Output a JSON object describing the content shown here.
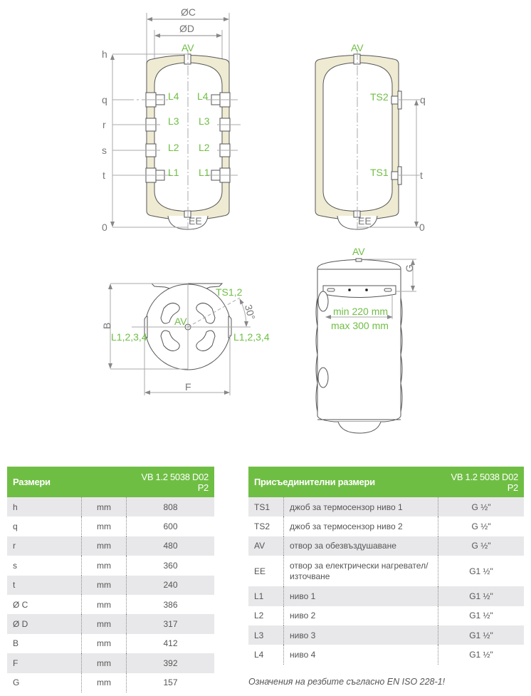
{
  "diagram": {
    "front": {
      "dia_c": "ØC",
      "dia_d": "ØD",
      "av": "AV",
      "ee": "EE",
      "h": "h",
      "q": "q",
      "r": "r",
      "s": "s",
      "t": "t",
      "zero": "0",
      "l4": "L4",
      "l3": "L3",
      "l2": "L2",
      "l1": "L1"
    },
    "side": {
      "av": "AV",
      "ee": "EE",
      "ts2": "TS2",
      "ts1": "TS1",
      "q": "q",
      "t": "t",
      "zero": "0"
    },
    "top": {
      "ts": "TS1,2",
      "angle": "30°",
      "av": "AV",
      "b": "B",
      "f": "F",
      "l_left": "L1,2,3,4",
      "l_right": "L1,2,3,4"
    },
    "back": {
      "av": "AV",
      "g": "G",
      "min": "min 220 mm",
      "max": "max 300 mm"
    },
    "colors": {
      "accent": "#6fbe44",
      "insulation": "#efebd3"
    }
  },
  "dimensions": {
    "header": "Размери",
    "model": "VB 1.2 5038 D02 P2",
    "rows": [
      {
        "name": "h",
        "unit": "mm",
        "value": "808"
      },
      {
        "name": "q",
        "unit": "mm",
        "value": "600"
      },
      {
        "name": "r",
        "unit": "mm",
        "value": "480"
      },
      {
        "name": "s",
        "unit": "mm",
        "value": "360"
      },
      {
        "name": "t",
        "unit": "mm",
        "value": "240"
      },
      {
        "name": "Ø C",
        "unit": "mm",
        "value": "386"
      },
      {
        "name": "Ø D",
        "unit": "mm",
        "value": "317"
      },
      {
        "name": "B",
        "unit": "mm",
        "value": "412"
      },
      {
        "name": "F",
        "unit": "mm",
        "value": "392"
      },
      {
        "name": "G",
        "unit": "mm",
        "value": "157"
      }
    ]
  },
  "connections": {
    "header": "Присъединителни размери",
    "model": "VB 1.2 5038 D02 P2",
    "rows": [
      {
        "name": "TS1",
        "desc": "джоб за термосензор ниво 1",
        "value": "G ½\""
      },
      {
        "name": "TS2",
        "desc": "джоб за термосензор ниво 2",
        "value": "G ½\""
      },
      {
        "name": "AV",
        "desc": "отвор за обезвъздушаване",
        "value": "G ½\""
      },
      {
        "name": "EE",
        "desc": "отвор за електрически нагревател/ източване",
        "value": "G1 ½\""
      },
      {
        "name": "L1",
        "desc": "ниво 1",
        "value": "G1 ½\""
      },
      {
        "name": "L2",
        "desc": "ниво 2",
        "value": "G1 ½\""
      },
      {
        "name": "L3",
        "desc": "ниво 3",
        "value": "G1 ½\""
      },
      {
        "name": "L4",
        "desc": "ниво 4",
        "value": "G1 ½\""
      }
    ],
    "note": "Означения на резбите съгласно EN ISO 228-1!"
  }
}
